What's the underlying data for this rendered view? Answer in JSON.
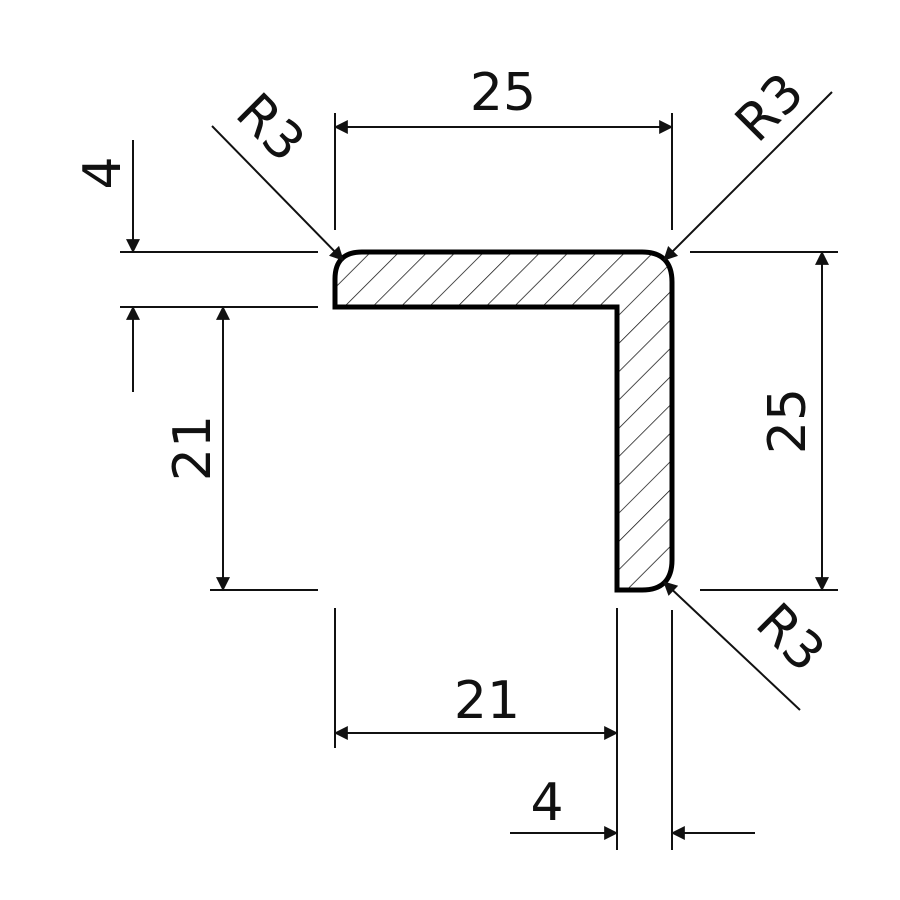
{
  "part": {
    "thickness_top": "4",
    "thickness_right": "4",
    "inner_height": "21",
    "inner_width": "21",
    "overall_width": "25",
    "overall_height": "25",
    "radius_top_left": "R3",
    "radius_top_right": "R3",
    "radius_bottom_right": "R3"
  },
  "colors": {
    "line": "#111111",
    "background": "#ffffff"
  }
}
